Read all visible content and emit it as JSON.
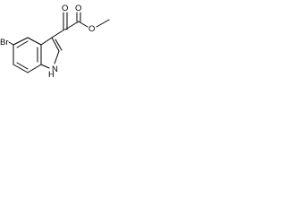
{
  "molecule": {
    "atoms": {
      "bromine": "Br",
      "nitrogen_h": "H",
      "nitrogen": "N",
      "carbonyl_oxygen_1": "O",
      "carbonyl_oxygen_2": "O",
      "ester_oxygen": "O"
    }
  },
  "colors": {
    "line": "#000000",
    "background": "#ffffff"
  }
}
